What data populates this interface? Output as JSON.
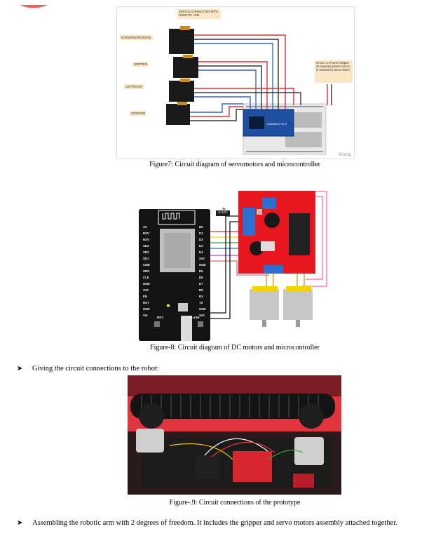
{
  "figure7": {
    "caption": "Figure7: Circuit diagram of servomotors and microcontroller",
    "servo_box_label": "SERVOs CONNECTED WITH ROBOTIC ARM",
    "labels": [
      "FORWARD/REVERSE",
      "GRIPPER",
      "LEFT/RIGHT",
      "UP/DOWN"
    ],
    "power_note": "5V DC 1A Power Adapter as separate power source is needed for Servo Motor",
    "watermark": "fritzing",
    "mcu_label": "NodeMCU V1.0"
  },
  "figure8": {
    "caption": "Figure-8: Circuit diagram of DC motors and microcontroller",
    "voltage_label": "6-12V",
    "left_pins": [
      "A0",
      "RSV",
      "RSV",
      "SD3",
      "SD2",
      "SD1",
      "CMD",
      "SDO",
      "CLK",
      "GND",
      "3V3",
      "EN",
      "RST",
      "GND",
      "Vin"
    ],
    "right_pins": [
      "D0",
      "D1",
      "D2",
      "D3",
      "D4",
      "3V3",
      "GND",
      "D5",
      "D6",
      "D7",
      "D8",
      "RX",
      "TX",
      "GND",
      "3V3"
    ],
    "button_labels": {
      "rst": "RST",
      "flash": "FLASH"
    }
  },
  "bullets": {
    "b1": "Giving the circuit connections to the robot:",
    "b2": "Assembling the robotic arm with 2 degrees of freedom. It includes the gripper and servo motors assembly attached together."
  },
  "figure9": {
    "caption": "Figure-.9: Circuit connections of the prototype"
  }
}
